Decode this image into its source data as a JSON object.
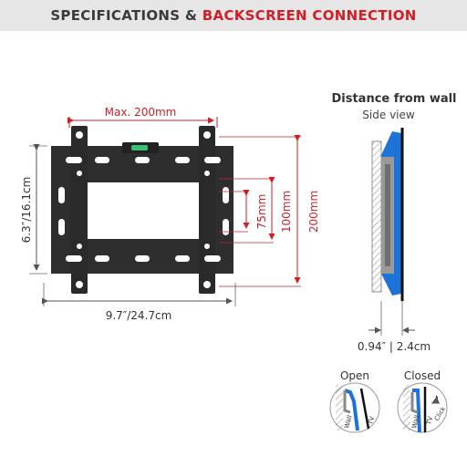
{
  "header": {
    "title_part1": "SPECIFICATIONS & ",
    "title_part2": "BACKSCREEN CONNECTION"
  },
  "front_view": {
    "max_width_label": "Max. 200mm",
    "height_label": "6.3″/16.1cm",
    "width_label": "9.7″/24.7cm",
    "vesa_75_label": "75mm",
    "vesa_100_label": "100mm",
    "vesa_200_label": "200mm"
  },
  "side_view": {
    "title": "Distance from wall",
    "subtitle": "Side view",
    "distance_label": "0.94″ | 2.4cm"
  },
  "mount_states": {
    "open_label": "Open",
    "closed_label": "Closed",
    "wall_label": "Wall",
    "tv_label": "TV",
    "click_label": "Click"
  },
  "colors": {
    "accent": "#d01f27",
    "header_bg": "#e6e6e6",
    "bracket": "#2e2e2e",
    "plate_blue": "#1e73d6",
    "level_green": "#38c172"
  }
}
